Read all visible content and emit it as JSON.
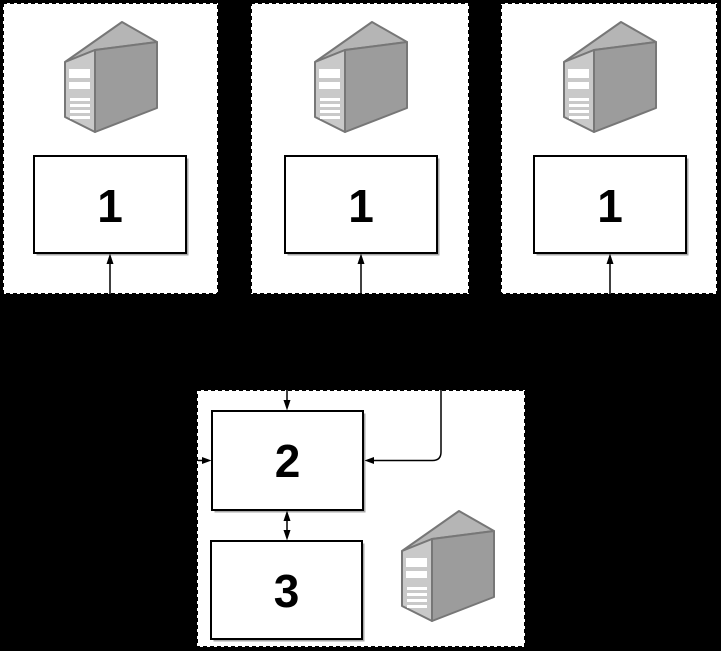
{
  "colors": {
    "background": "#000000",
    "panel_fill": "#ffffff",
    "panel_border": "#000000",
    "box_fill": "#ffffff",
    "box_border": "#000000",
    "box_shadow": "#a8a8a8",
    "arrow": "#000000",
    "server_front": "#c9c9c9",
    "server_top": "#b5b5b5",
    "server_side": "#9c9c9c",
    "server_outline": "#777777",
    "server_slot": "#ffffff"
  },
  "nodes": {
    "client_groups": [
      {
        "label": "1"
      },
      {
        "label": "1"
      },
      {
        "label": "1"
      }
    ],
    "bottom_group": {
      "primary_label": "2",
      "secondary_label": "3"
    }
  },
  "icons": {
    "server_icon": "3d-server-tower"
  },
  "edges": [
    {
      "from": "panel-1 bottom border",
      "to": "box 1 (group 1)",
      "style": "arrow-up"
    },
    {
      "from": "panel-2 bottom border",
      "to": "box 1 (group 2)",
      "style": "arrow-up"
    },
    {
      "from": "panel-3 bottom border",
      "to": "box 1 (group 3)",
      "style": "arrow-up"
    },
    {
      "from": "bottom-panel top border",
      "to": "box 2 top",
      "style": "arrow-down"
    },
    {
      "from": "bottom-panel left border",
      "to": "box 2 left",
      "style": "arrow-right"
    },
    {
      "from": "bottom-panel top border (right)",
      "to": "box 2 right",
      "style": "curved-arrow-left"
    },
    {
      "from": "box 2",
      "to": "box 3",
      "style": "double-headed-vertical"
    }
  ]
}
